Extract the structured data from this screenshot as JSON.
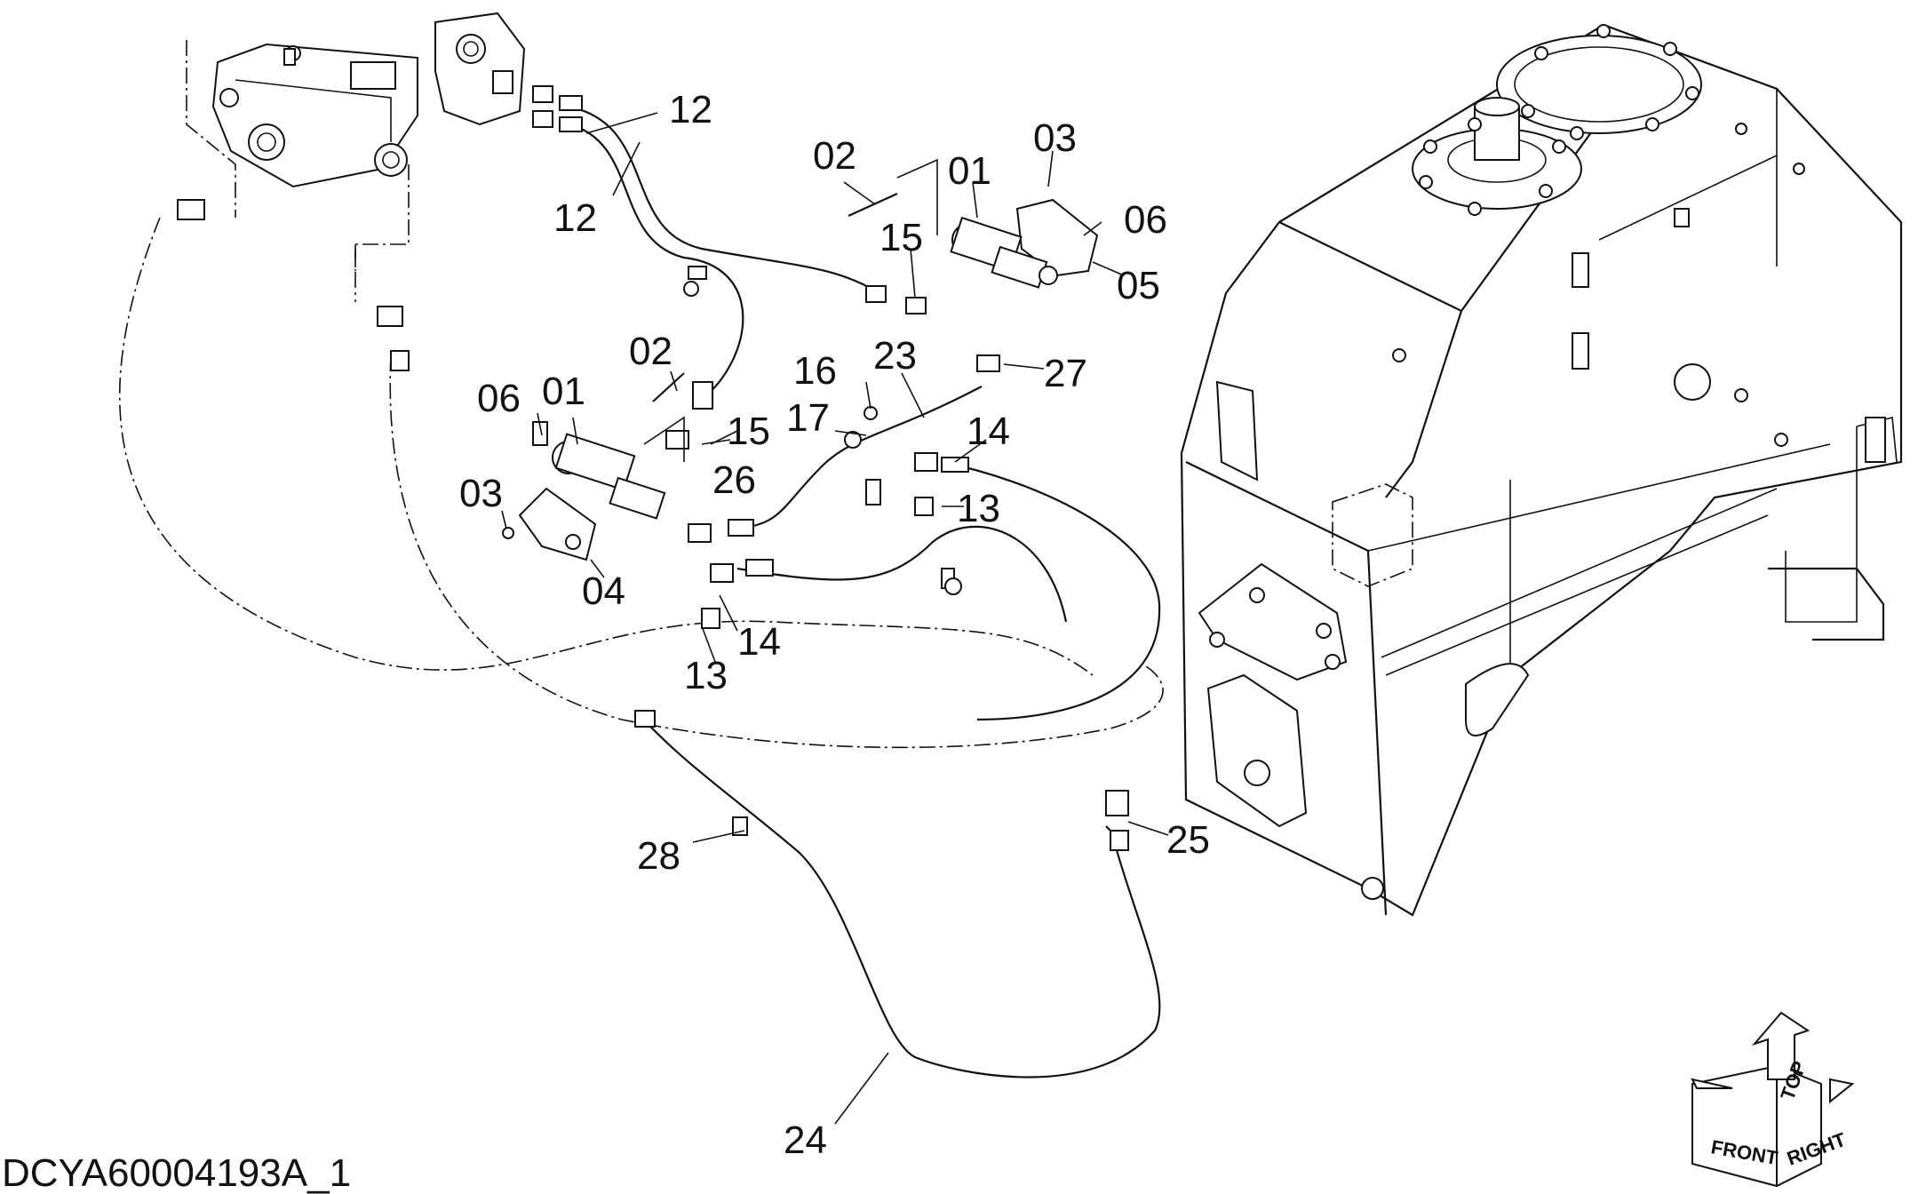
{
  "drawing_code": "DCYA60004193A_1",
  "orientation": {
    "top": "TOP",
    "front": "FRONT",
    "right": "RIGHT"
  },
  "callouts": [
    {
      "id": "c12a",
      "label": "12"
    },
    {
      "id": "c12b",
      "label": "12"
    },
    {
      "id": "c02a",
      "label": "02"
    },
    {
      "id": "c01a",
      "label": "01"
    },
    {
      "id": "c03a",
      "label": "03"
    },
    {
      "id": "c06a",
      "label": "06"
    },
    {
      "id": "c05",
      "label": "05"
    },
    {
      "id": "c15a",
      "label": "15"
    },
    {
      "id": "c02b",
      "label": "02"
    },
    {
      "id": "c16",
      "label": "16"
    },
    {
      "id": "c23",
      "label": "23"
    },
    {
      "id": "c27",
      "label": "27"
    },
    {
      "id": "c06b",
      "label": "06"
    },
    {
      "id": "c01b",
      "label": "01"
    },
    {
      "id": "c15b",
      "label": "15"
    },
    {
      "id": "c17",
      "label": "17"
    },
    {
      "id": "c14a",
      "label": "14"
    },
    {
      "id": "c03b",
      "label": "03"
    },
    {
      "id": "c26",
      "label": "26"
    },
    {
      "id": "c13a",
      "label": "13"
    },
    {
      "id": "c04",
      "label": "04"
    },
    {
      "id": "c14b",
      "label": "14"
    },
    {
      "id": "c13b",
      "label": "13"
    },
    {
      "id": "c28",
      "label": "28"
    },
    {
      "id": "c25",
      "label": "25"
    },
    {
      "id": "c24",
      "label": "24"
    }
  ]
}
